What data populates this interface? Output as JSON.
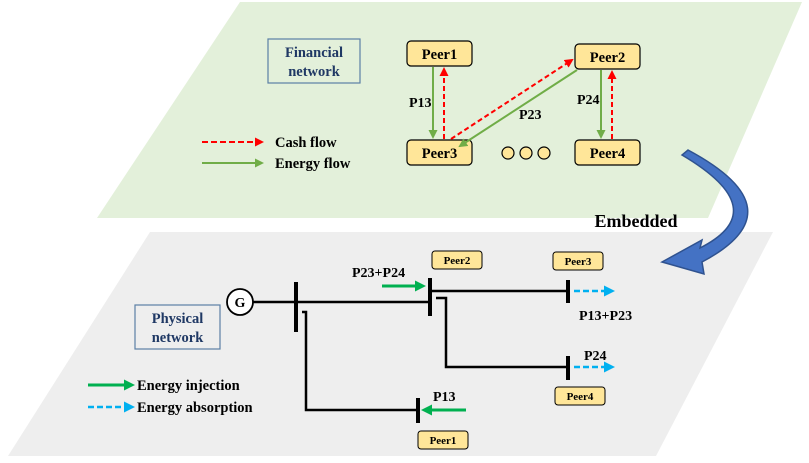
{
  "financial": {
    "title_line1": "Financial",
    "title_line2": "network",
    "peers": [
      "Peer1",
      "Peer2",
      "Peer3",
      "Peer4"
    ],
    "labels": {
      "p13": "P13",
      "p23": "P23",
      "p24": "P24"
    },
    "legend": {
      "cash": "Cash flow",
      "energy": "Energy flow"
    }
  },
  "embedded_label": "Embedded",
  "physical": {
    "title_line1": "Physical",
    "title_line2": "network",
    "generator": "G",
    "peers": {
      "peer1": "Peer1",
      "peer2": "Peer2",
      "peer3": "Peer3",
      "peer4": "Peer4"
    },
    "labels": {
      "p23_p24": "P23+P24",
      "p13_p23": "P13+P23",
      "p24": "P24",
      "p13": "P13"
    },
    "legend": {
      "injection": "Energy injection",
      "absorption": "Energy absorption"
    }
  },
  "colors": {
    "top_plane": "#e3f0da",
    "bottom_plane": "#eeeeee",
    "peer_fill": "#ffe699",
    "cash_flow": "#ff0000",
    "energy_flow": "#70ad47",
    "injection": "#00b050",
    "absorption": "#00b0f0",
    "embedded_arrow": "#4472c4"
  }
}
